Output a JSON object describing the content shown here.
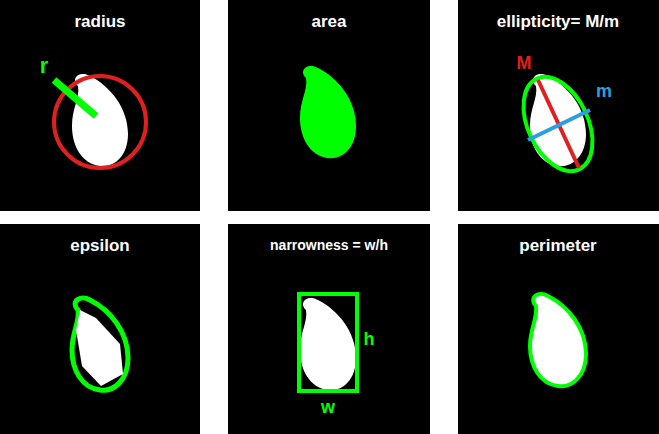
{
  "diagram": {
    "nodes": [
      {
        "text": [
          "radius",
          "r"
        ]
      },
      {
        "text": [
          "area"
        ]
      },
      {
        "text": [
          "ellipticity= M/m",
          "M",
          "m"
        ]
      },
      {
        "text": [
          "epsilon"
        ]
      },
      {
        "text": [
          "narrowness = w/h",
          "h",
          "w"
        ]
      },
      {
        "text": [
          "perimeter"
        ]
      }
    ]
  }
}
